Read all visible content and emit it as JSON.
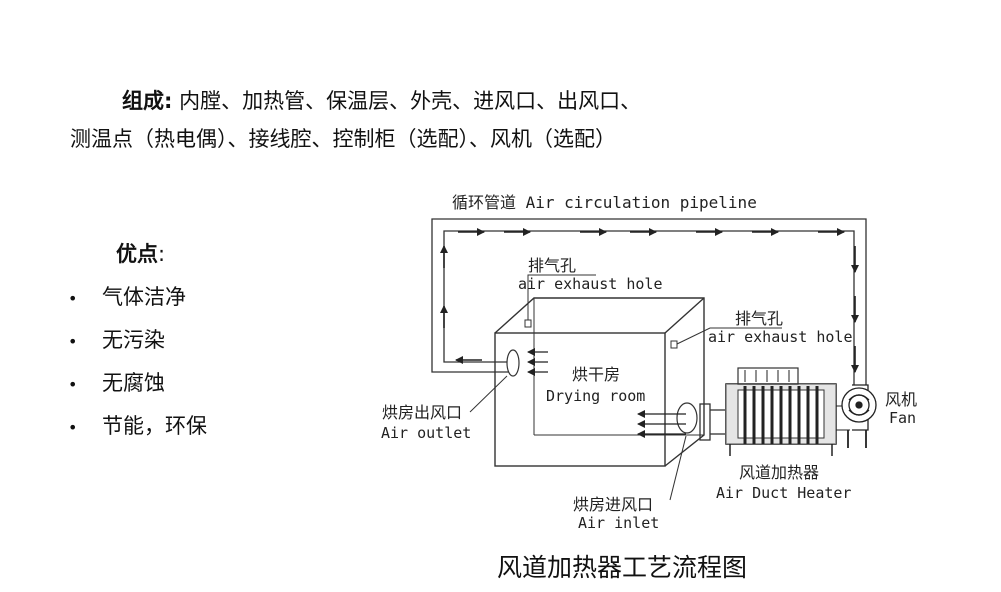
{
  "composition": {
    "label": "组成:",
    "line1": "内膛、加热管、保温层、外壳、进风口、出风口、",
    "line2": "测温点（热电偶）、接线腔、控制柜（选配）、风机（选配）"
  },
  "advantages": {
    "label": "优点",
    "colon": ":",
    "items": [
      "气体洁净",
      "无污染",
      "无腐蚀",
      "节能，环保"
    ]
  },
  "diagram": {
    "pipeline_label": "循环管道 Air circulation pipeline",
    "exhaust_zh": "排气孔",
    "exhaust_en": "air exhaust hole",
    "room_zh": "烘干房",
    "room_en": "Drying room",
    "outlet_zh": "烘房出风口",
    "outlet_en": "Air outlet",
    "inlet_zh": "烘房进风口",
    "inlet_en": "Air inlet",
    "heater_zh": "风道加热器",
    "heater_en": "Air Duct Heater",
    "fan_zh": "风机",
    "fan_en": "Fan"
  },
  "caption": "风道加热器工艺流程图"
}
